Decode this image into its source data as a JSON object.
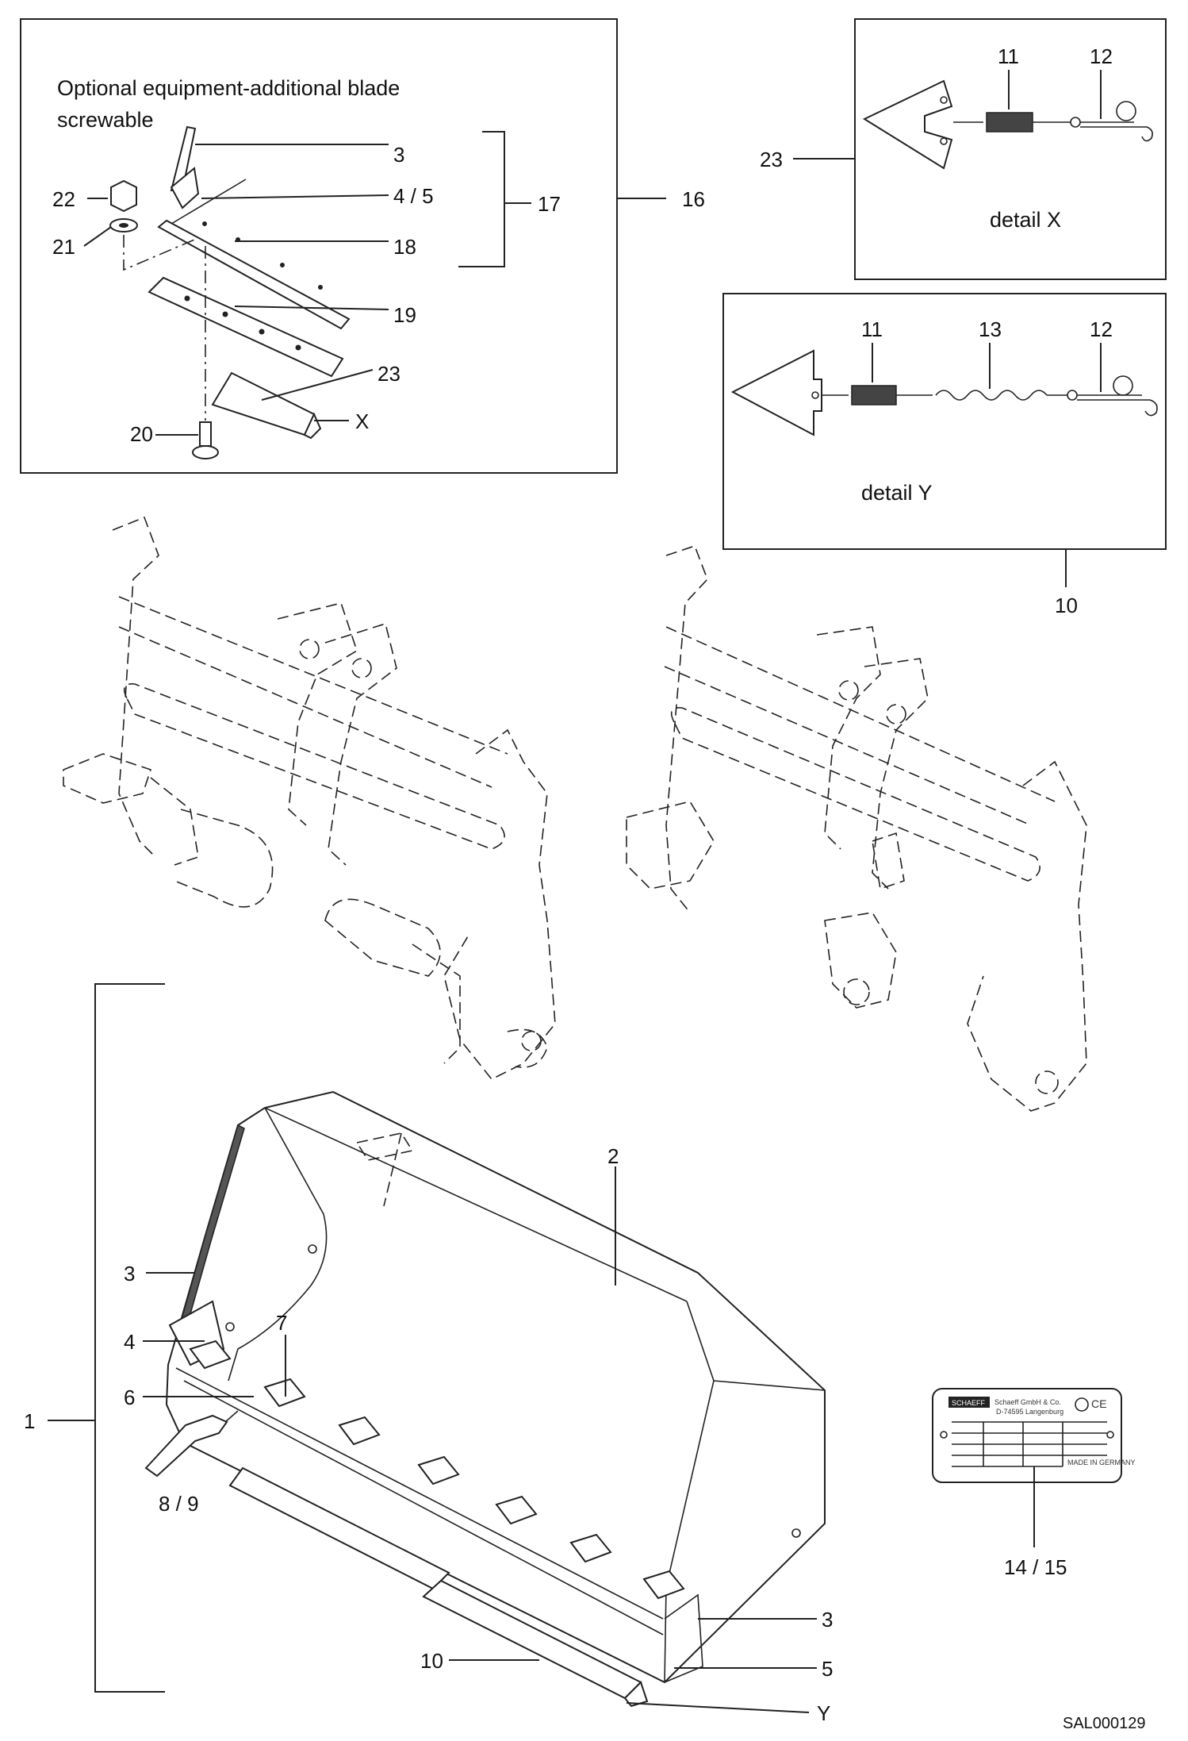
{
  "optional_box": {
    "title_line1": "Optional equipment-additional blade",
    "title_line2": "screwable"
  },
  "detail_x": {
    "caption": "detail X"
  },
  "detail_y": {
    "caption": "detail Y"
  },
  "callouts": {
    "c3a": "3",
    "c45a": "4 / 5",
    "c17": "17",
    "c16": "16",
    "c18": "18",
    "c19": "19",
    "c22": "22",
    "c21": "21",
    "c23a": "23",
    "c20": "20",
    "cXa": "X",
    "c23b": "23",
    "c11a": "11",
    "c12a": "12",
    "c11b": "11",
    "c13": "13",
    "c12b": "12",
    "c10a": "10",
    "c2": "2",
    "c3b": "3",
    "c4": "4",
    "c6": "6",
    "c7": "7",
    "c1": "1",
    "c89": "8 / 9",
    "c3c": "3",
    "c5": "5",
    "c10b": "10",
    "cY": "Y",
    "c1415": "14 / 15"
  },
  "nameplate": {
    "brand": "SCHAEFF",
    "ce": "CE",
    "maker": "Schaeff GmbH & Co.",
    "address": "D-74595 Langenburg",
    "origin": "MADE IN GERMANY"
  },
  "drawing_id": "SAL000129"
}
